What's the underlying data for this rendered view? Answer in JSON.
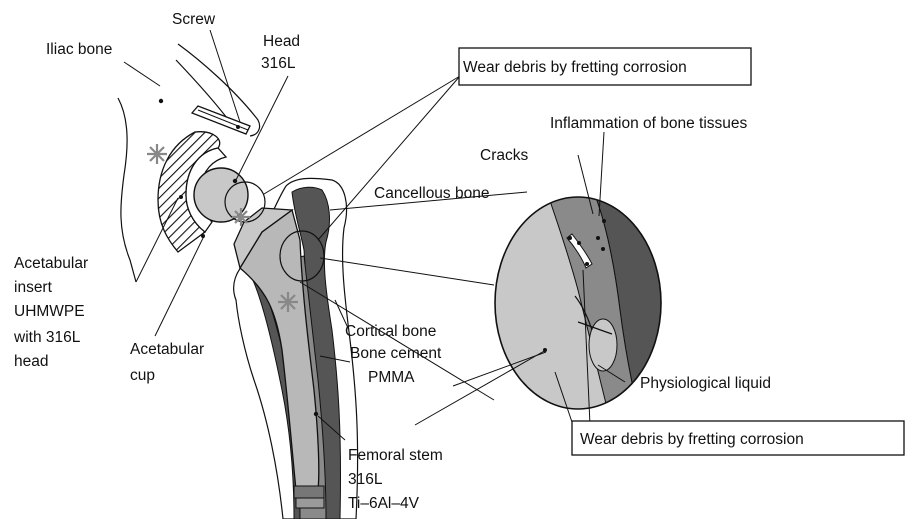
{
  "labels": {
    "iliac_bone": "Iliac bone",
    "screw": "Screw",
    "head_line1": "Head",
    "head_line2": "316L",
    "wear_debris_top": "Wear debris by fretting corrosion",
    "inflammation": "Inflammation of bone tissues",
    "cracks": "Cracks",
    "cancellous_bone": "Cancellous bone",
    "acetabular_insert": [
      "Acetabular",
      "insert",
      "UHMWPE",
      "with 316L",
      "head"
    ],
    "acetabular_cup": [
      "Acetabular",
      "cup"
    ],
    "cortical_bone": "Cortical bone",
    "bone_cement": [
      "Bone cement",
      "PMMA"
    ],
    "physiological_liquid": "Physiological liquid",
    "wear_debris_bottom": "Wear debris by fretting corrosion",
    "femoral_stem": [
      "Femoral stem",
      "316L",
      "Ti–6Al–4V"
    ]
  },
  "colors": {
    "cortical_dark": "#555555",
    "cement_mid": "#8a8a8a",
    "stem_light": "#b8b8b8",
    "head_light": "#c8c8c8",
    "bone_white": "#ffffff",
    "asterisk_gray": "#888888"
  }
}
